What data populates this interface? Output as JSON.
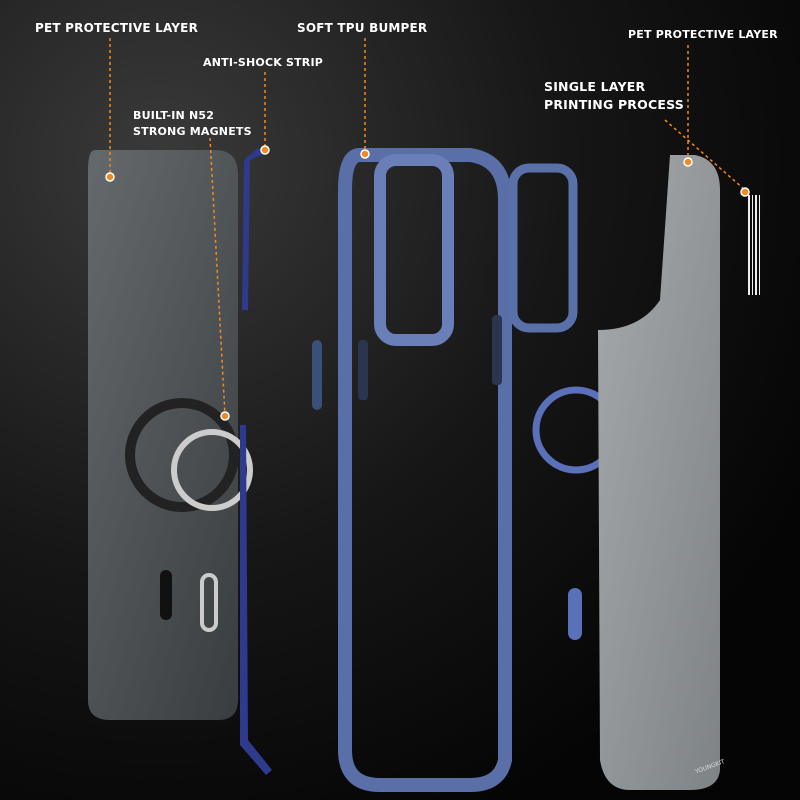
{
  "labels": {
    "pet_layer_left": "PET PROTECTIVE LAYER",
    "soft_tpu_bumper": "SOFT TPU BUMPER",
    "anti_shock_strip": "ANTI-SHOCK STRIP",
    "magnets_line1": "BUILT-IN N52",
    "magnets_line2": "STRONG MAGNETS",
    "pet_layer_right": "PET PROTECTIVE LAYER",
    "printing_line1": "SINGLE LAYER",
    "printing_line2": "PRINTING PROCESS"
  },
  "watermark": "YOUNGKIT",
  "colors": {
    "accent": "#f08a24",
    "bumper": "#5a6fa8",
    "strip": "#2e3a8c"
  }
}
